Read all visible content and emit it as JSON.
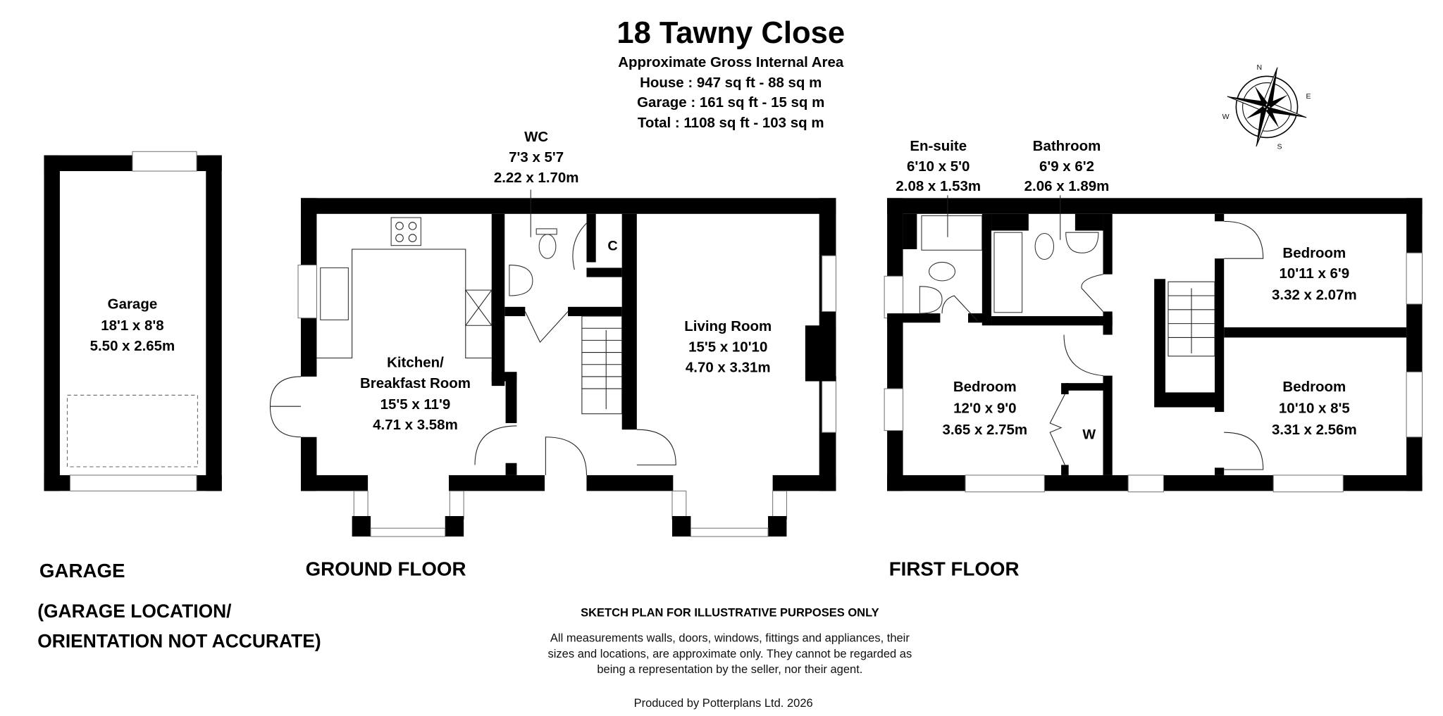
{
  "title": "18 Tawny Close",
  "areas": {
    "heading": "Approximate Gross Internal Area",
    "house": "House : 947 sq ft - 88 sq m",
    "garage": "Garage : 161 sq ft - 15 sq m",
    "total": "Total : 1108 sq ft - 103 sq m"
  },
  "compass": {
    "n": "N",
    "e": "E",
    "s": "S",
    "w": "W"
  },
  "rooms": {
    "garage": {
      "name": "Garage",
      "imperial": "18'1 x 8'8",
      "metric": "5.50 x 2.65m"
    },
    "wc": {
      "name": "WC",
      "imperial": "7'3 x 5'7",
      "metric": "2.22 x 1.70m"
    },
    "kitchen": {
      "name1": "Kitchen/",
      "name2": "Breakfast Room",
      "imperial": "15'5 x 11'9",
      "metric": "4.71 x 3.58m"
    },
    "living": {
      "name": "Living Room",
      "imperial": "15'5 x 10'10",
      "metric": "4.70 x 3.31m"
    },
    "ensuite": {
      "name": "En-suite",
      "imperial": "6'10 x 5'0",
      "metric": "2.08 x 1.53m"
    },
    "bathroom": {
      "name": "Bathroom",
      "imperial": "6'9 x 6'2",
      "metric": "2.06 x 1.89m"
    },
    "bedroom_ne": {
      "name": "Bedroom",
      "imperial": "10'11 x 6'9",
      "metric": "3.32 x 2.07m"
    },
    "bedroom_w": {
      "name": "Bedroom",
      "imperial": "12'0 x 9'0",
      "metric": "3.65 x 2.75m"
    },
    "bedroom_se": {
      "name": "Bedroom",
      "imperial": "10'10 x 8'5",
      "metric": "3.31 x 2.56m"
    },
    "cupboard": "C",
    "wardrobe": "W"
  },
  "floor_labels": {
    "garage": "GARAGE",
    "ground": "GROUND FLOOR",
    "first": "FIRST FLOOR",
    "garage_note1": "(GARAGE LOCATION/",
    "garage_note2": "ORIENTATION NOT ACCURATE)"
  },
  "disclaimer": {
    "heading": "SKETCH PLAN FOR ILLUSTRATIVE PURPOSES ONLY",
    "line1": "All measurements walls, doors, windows, fittings and appliances, their",
    "line2": "sizes and locations, are approximate only. They cannot be regarded as",
    "line3": "being a representation by the seller, nor their agent.",
    "produced": "Produced by Potterplans Ltd. 2026"
  }
}
